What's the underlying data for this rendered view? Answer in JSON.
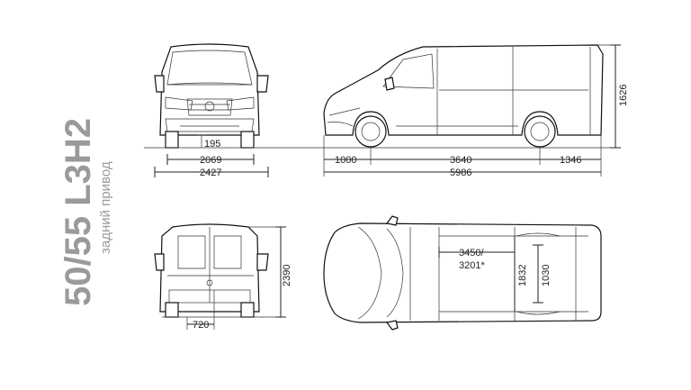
{
  "title": "50/55 L3H2",
  "subtitle": "задний привод",
  "dimensions": {
    "ground_clearance": "195",
    "front_track": "2069",
    "width_mirrors": "2427",
    "front_overhang": "1000",
    "wheelbase": "3640",
    "rear_overhang": "1346",
    "length": "5986",
    "height": "1626",
    "rear_height": "2390",
    "rear_step": "720",
    "cargo_length_a": "3450/",
    "cargo_length_b": "3201*",
    "cargo_width": "1832",
    "cargo_width_arches": "1030"
  }
}
